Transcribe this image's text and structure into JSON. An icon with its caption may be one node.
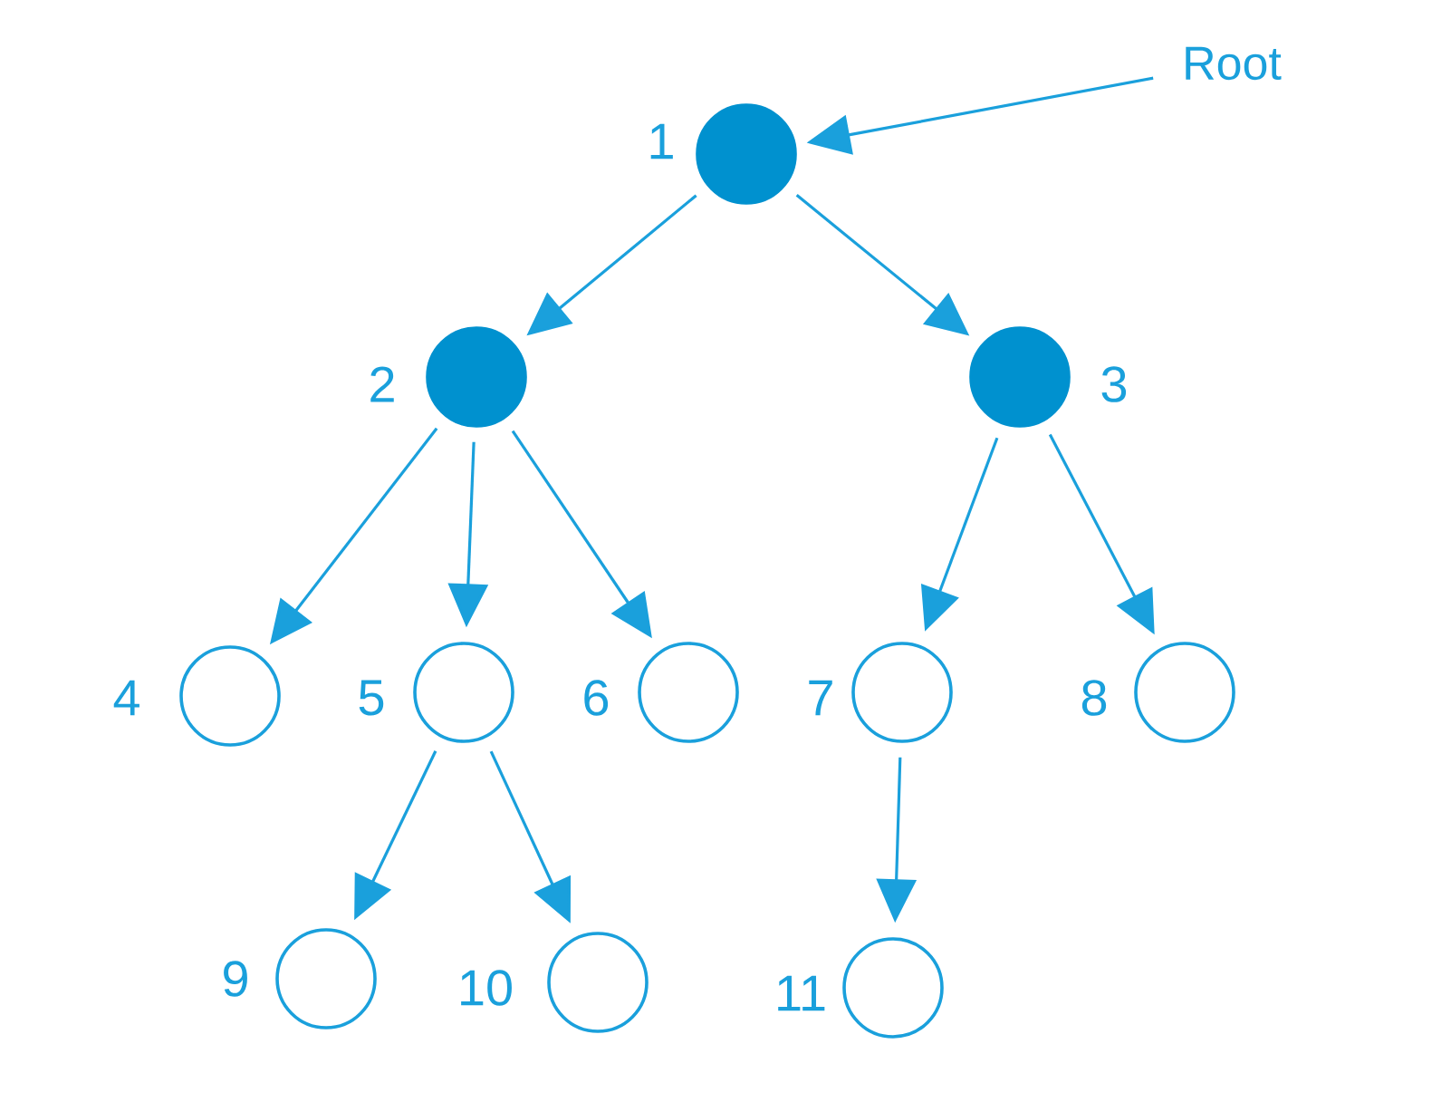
{
  "diagram": {
    "nodes": [
      {
        "text": [],
        "shape": "circle",
        "beside": [
          "1"
        ]
      },
      {
        "text": [],
        "shape": "circle",
        "beside": [
          "2"
        ]
      },
      {
        "text": [],
        "shape": "circle",
        "beside": [
          "3"
        ]
      },
      {
        "text": [],
        "shape": "circle",
        "beside": [
          "4"
        ]
      },
      {
        "text": [],
        "shape": "circle",
        "beside": [
          "5"
        ]
      },
      {
        "text": [],
        "shape": "circle",
        "beside": [
          "6"
        ]
      },
      {
        "text": [],
        "shape": "circle",
        "beside": [
          "7"
        ]
      },
      {
        "text": [],
        "shape": "circle",
        "beside": [
          "8"
        ]
      },
      {
        "text": [],
        "shape": "circle",
        "beside": [
          "9"
        ]
      },
      {
        "text": [],
        "shape": "circle",
        "beside": [
          "10"
        ]
      },
      {
        "text": [],
        "shape": "circle",
        "beside": [
          "11"
        ]
      },
      {
        "text": [
          "Root"
        ]
      }
    ],
    "edges": [
      {
        "from": 11,
        "to": 0,
        "arrow": "to"
      },
      {
        "from": 0,
        "to": 1,
        "arrow": "to"
      },
      {
        "from": 0,
        "to": 2,
        "arrow": "to"
      },
      {
        "from": 1,
        "to": 3,
        "arrow": "to"
      },
      {
        "from": 1,
        "to": 4,
        "arrow": "to"
      },
      {
        "from": 1,
        "to": 5,
        "arrow": "to"
      },
      {
        "from": 2,
        "to": 6,
        "arrow": "to"
      },
      {
        "from": 2,
        "to": 7,
        "arrow": "to"
      },
      {
        "from": 4,
        "to": 8,
        "arrow": "to"
      },
      {
        "from": 4,
        "to": 9,
        "arrow": "to"
      },
      {
        "from": 6,
        "to": 10,
        "arrow": "to"
      }
    ]
  }
}
